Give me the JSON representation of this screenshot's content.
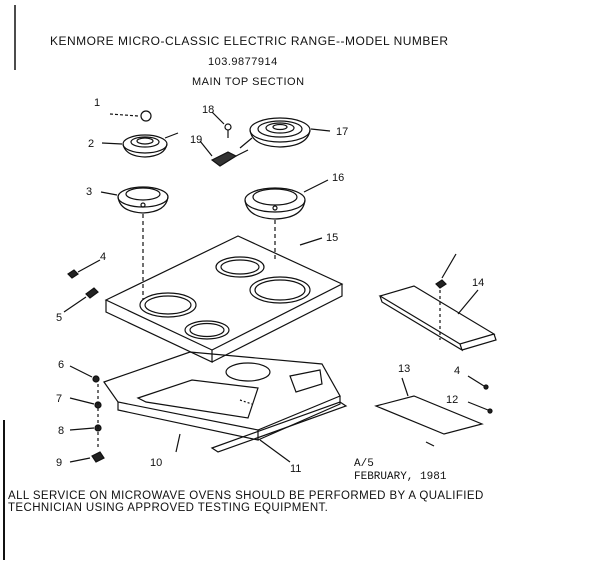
{
  "header": {
    "line1": "KENMORE MICRO-CLASSIC ELECTRIC RANGE--MODEL NUMBER",
    "model": "103.9877914",
    "section": "MAIN TOP SECTION"
  },
  "callouts": [
    "1",
    "2",
    "3",
    "4",
    "5",
    "6",
    "7",
    "8",
    "9",
    "10",
    "11",
    "4",
    "12",
    "13",
    "14",
    "15",
    "16",
    "17",
    "18",
    "19"
  ],
  "footer": {
    "page": "A/5",
    "date": "FEBRUARY, 1981",
    "warning_line1": "ALL SERVICE ON MICROWAVE OVENS SHOULD BE PERFORMED BY A QUALIFIED",
    "warning_line2": "TECHNICIAN USING APPROVED TESTING EQUIPMENT."
  }
}
